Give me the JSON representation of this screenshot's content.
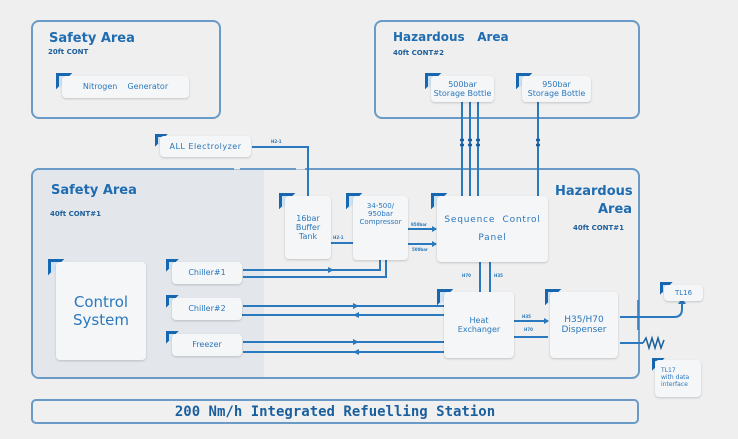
{
  "zones": {
    "safety_top": {
      "title": "Safety Area",
      "subtitle": "20ft CONT"
    },
    "hazardous_top": {
      "title": "Hazardous   Area",
      "subtitle": "40ft CONT#2"
    },
    "safety_main": {
      "title": "Safety Area",
      "subtitle": "40ft CONT#1"
    },
    "hazardous_main": {
      "title_line1": "Hazardous",
      "title_line2": "Area",
      "subtitle": "40ft CONT#1"
    }
  },
  "components": {
    "nitrogen_generator": "Nitrogen    Generator",
    "storage_500_line1": "500bar",
    "storage_500_line2": "Storage Bottle",
    "storage_950_line1": "950bar",
    "storage_950_line2": "Storage Bottle",
    "electrolyzer": "ALL Electrolyzer",
    "buffer_tank_line1": "16bar",
    "buffer_tank_line2": "Buffer",
    "buffer_tank_line3": "Tank",
    "compressor_line1": "34-500/",
    "compressor_line2": "950bar",
    "compressor_line3": "Compressor",
    "sequence_panel_line1": "Sequence  Control",
    "sequence_panel_line2": "Panel",
    "control_system_line1": "Control",
    "control_system_line2": "System",
    "chiller1": "Chiller#1",
    "chiller2": "Chiller#2",
    "freezer": "Freezer",
    "heat_exchanger_line1": "Heat",
    "heat_exchanger_line2": "Exchanger",
    "dispenser_line1": "H35/H70",
    "dispenser_line2": "Dispenser",
    "tl16": "TL16",
    "tl17_line1": "TL17",
    "tl17_line2": "with data",
    "tl17_line3": "interface"
  },
  "line_labels": {
    "electrolyzer_out": "H2-1",
    "buffer_to_compressor": "H2-1",
    "compressor_950": "950bar",
    "compressor_500": "500bar",
    "panel_h70": "H70",
    "panel_h35": "H35",
    "hx_h35": "H35",
    "hx_h70": "H70"
  },
  "footer": {
    "title": "200 Nm/h Integrated Refuelling Station"
  }
}
